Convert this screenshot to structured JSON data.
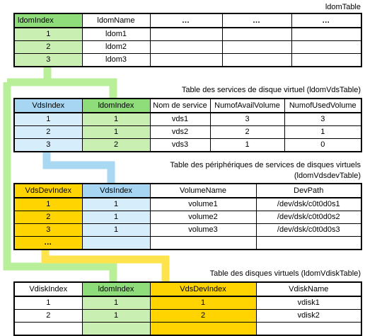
{
  "colors": {
    "green_link": "#b8ef98",
    "blue_link": "#a9d8f3",
    "yellow_link": "#ffe34d"
  },
  "ldom_table": {
    "caption": "ldomTable",
    "headers": [
      "ldomIndex",
      "ldomName",
      "…",
      "…",
      "…"
    ],
    "rows": [
      [
        "1",
        "ldom1",
        "",
        "",
        ""
      ],
      [
        "2",
        "ldom2",
        "",
        "",
        ""
      ],
      [
        "3",
        "ldom3",
        "",
        "",
        ""
      ]
    ]
  },
  "vds_table": {
    "caption": "Table des services de disque virtuel (ldomVdsTable)",
    "headers": [
      "VdsIndex",
      "ldomIndex",
      "Nom de service",
      "NumofAvailVolume",
      "NumofUsedVolume"
    ],
    "rows": [
      [
        "1",
        "1",
        "vds1",
        "3",
        "3"
      ],
      [
        "2",
        "1",
        "vds2",
        "2",
        "1"
      ],
      [
        "3",
        "2",
        "vds3",
        "1",
        "0"
      ]
    ]
  },
  "vdsdev_table": {
    "caption_line1": "Table des périphériques de services de disques virtuels",
    "caption_line2": "(ldomVdsdevTable)",
    "headers": [
      "VdsDevIndex",
      "VdsIndex",
      "VolumeName",
      "DevPath"
    ],
    "rows": [
      [
        "1",
        "1",
        "volume1",
        "/dev/dsk/c0t0d0s1"
      ],
      [
        "2",
        "1",
        "volume2",
        "/dev/dsk/c0t0d0s2"
      ],
      [
        "3",
        "1",
        "volume3",
        "/dev/dsk/c0t0d0s3"
      ],
      [
        "…",
        "",
        "",
        ""
      ]
    ]
  },
  "vdisk_table": {
    "caption": "Table des disques virtuels (ldomVdiskTable)",
    "headers": [
      "VdiskIndex",
      "ldomIndex",
      "VdsDevIndex",
      "VdiskName"
    ],
    "rows": [
      [
        "1",
        "1",
        "1",
        "vdisk1"
      ],
      [
        "2",
        "1",
        "2",
        "vdisk2"
      ],
      [
        "",
        "",
        "",
        ""
      ]
    ]
  }
}
